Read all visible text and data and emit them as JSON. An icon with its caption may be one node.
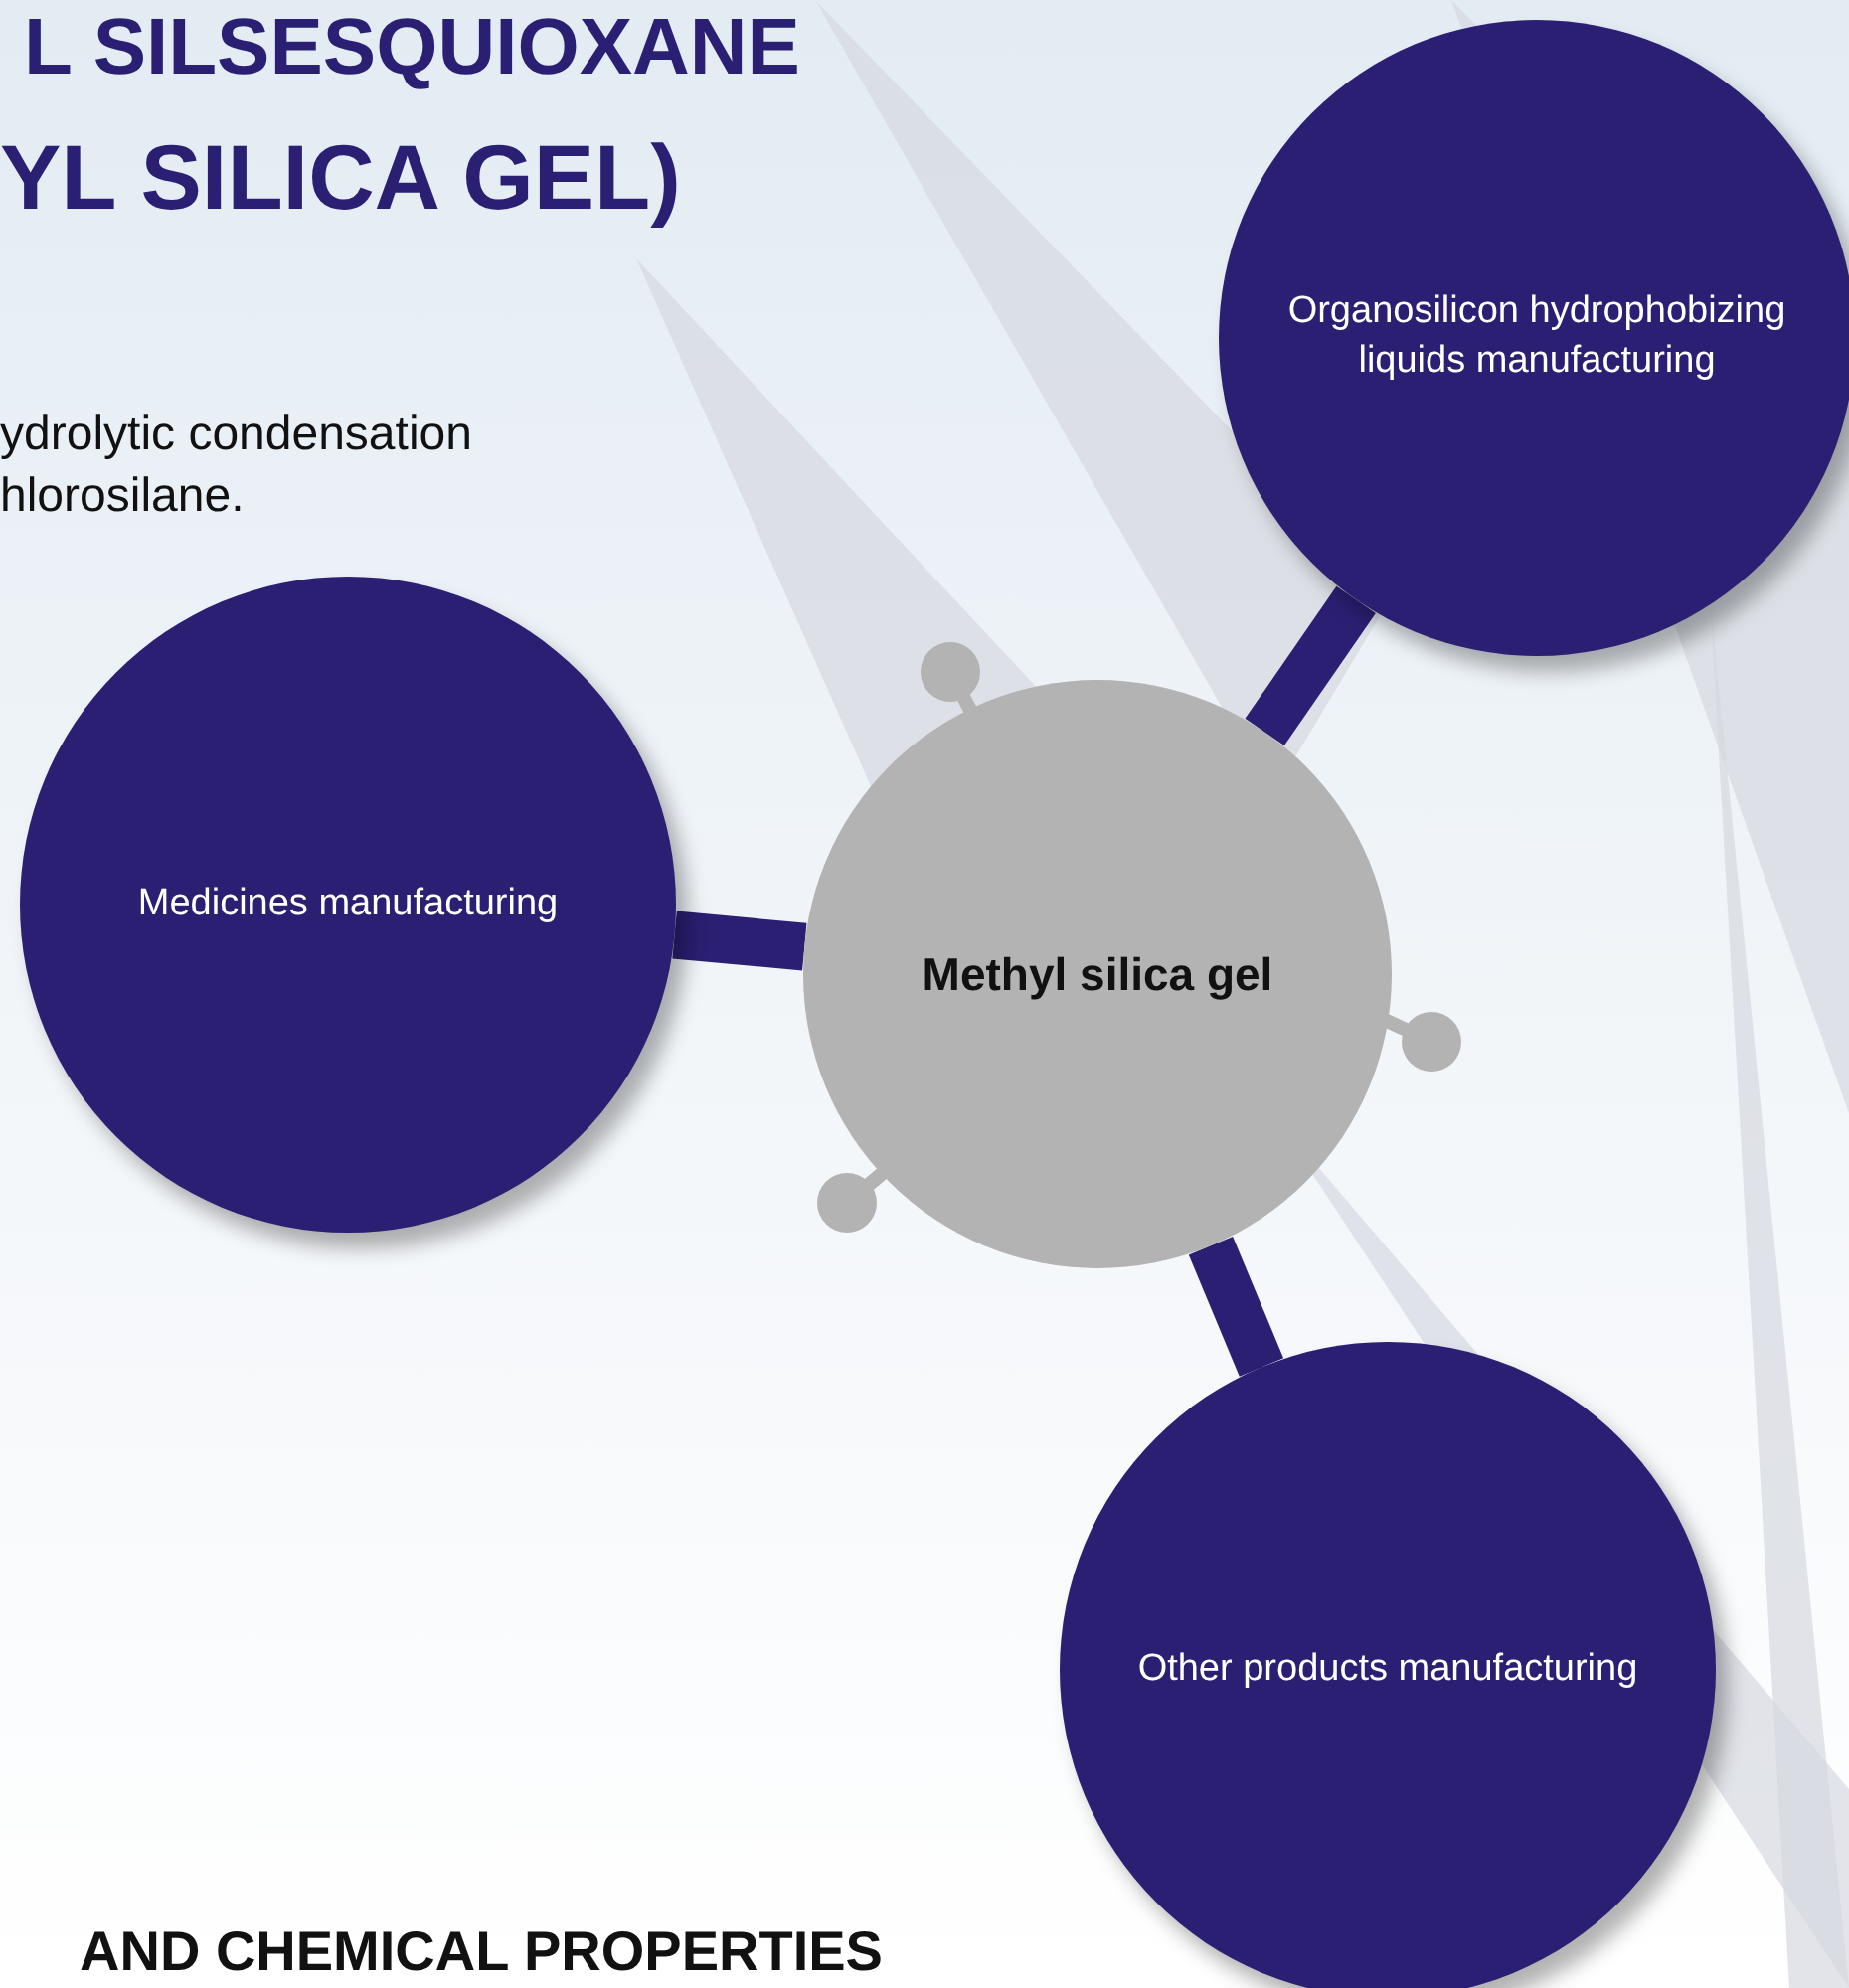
{
  "diagram": {
    "nodes": [
      {
        "text": [
          "Methyl silica gel"
        ]
      },
      {
        "text": [
          "Organosilicon hydrophobizing liquids manufacturing"
        ]
      },
      {
        "text": [
          "Medicines manufacturing"
        ]
      },
      {
        "text": [
          "Other products manufacturing"
        ]
      }
    ],
    "edges": [
      {
        "from": 0,
        "to": 1,
        "arrow": "none"
      },
      {
        "from": 0,
        "to": 2,
        "arrow": "none"
      },
      {
        "from": 0,
        "to": 3,
        "arrow": "none"
      }
    ],
    "labels": [
      "L SILSESQUIOXANE",
      "YL SILICA GEL)",
      "ydrolytic condensation hlorosilane.",
      "AND CHEMICAL PROPERTIES"
    ]
  }
}
